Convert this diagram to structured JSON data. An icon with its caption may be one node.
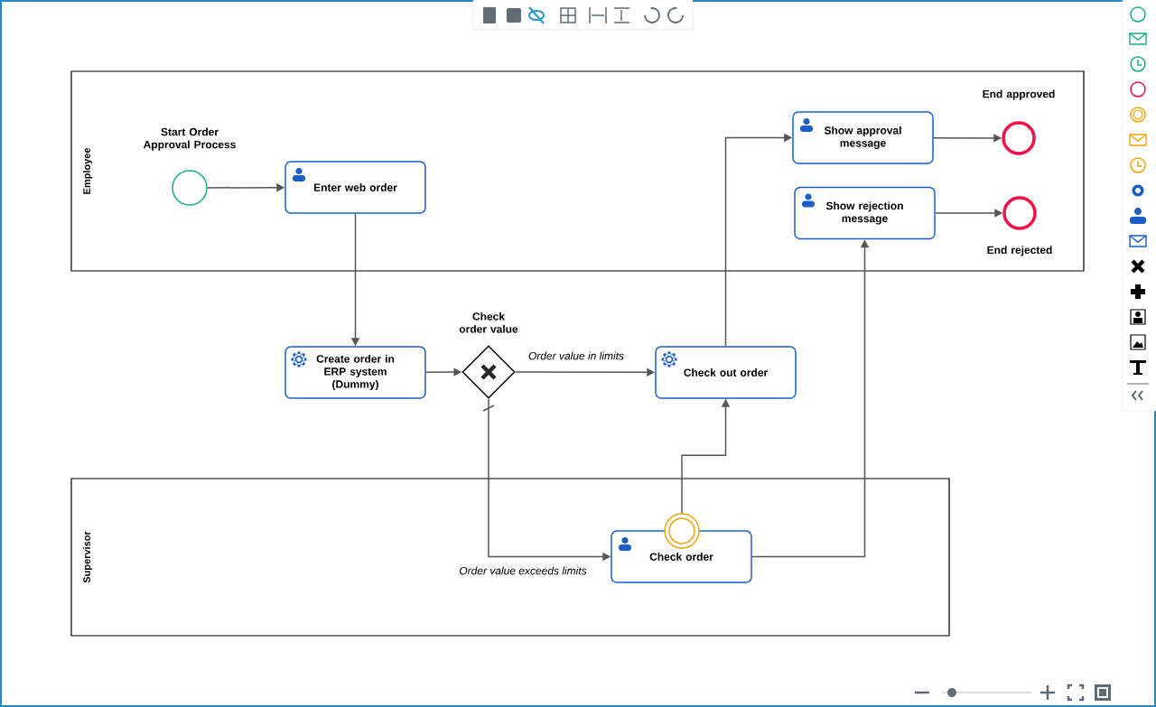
{
  "diagram": {
    "nodes": [
      {
        "text": [
          "Employee"
        ]
      },
      {
        "text": [
          "Supervisor"
        ]
      },
      {
        "text": [
          "Start Order Approval Process"
        ],
        "in": 0
      },
      {
        "text": [
          "Enter web order"
        ],
        "in": 0
      },
      {
        "text": [
          "Show approval message"
        ],
        "in": 0
      },
      {
        "text": [
          "End approved"
        ],
        "in": 0
      },
      {
        "text": [
          "Show rejection message"
        ],
        "in": 0
      },
      {
        "text": [
          "End rejected"
        ],
        "in": 0
      },
      {
        "text": [
          "Create order in ERP system (Dummy)"
        ]
      },
      {
        "text": [
          "Check order value"
        ]
      },
      {
        "text": [
          "Check out order"
        ]
      },
      {
        "text": [
          "Check order"
        ],
        "in": 1
      },
      {
        "text": [],
        "shape": "circle",
        "in": 1
      }
    ],
    "edges": [
      {
        "from": 2,
        "to": 3,
        "arrow": "to"
      },
      {
        "from": 3,
        "to": 8,
        "arrow": "to"
      },
      {
        "from": 8,
        "to": 9,
        "arrow": "to"
      },
      {
        "from": 9,
        "to": 10,
        "arrow": "to",
        "label": "Order value in limits"
      },
      {
        "from": 9,
        "to": 11,
        "arrow": "to",
        "label": "Order value exceeds limits"
      },
      {
        "from": 12,
        "to": 10,
        "arrow": "to"
      },
      {
        "from": 11,
        "to": 6,
        "arrow": "to"
      },
      {
        "from": 10,
        "to": 4,
        "arrow": "to"
      },
      {
        "from": 4,
        "to": 5,
        "arrow": "to"
      },
      {
        "from": 6,
        "to": 7,
        "arrow": "to"
      }
    ]
  }
}
